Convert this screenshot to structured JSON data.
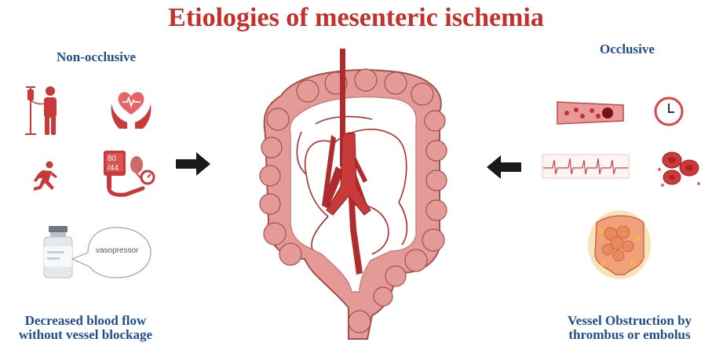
{
  "title": "Etiologies of mesenteric ischemia",
  "left": {
    "heading": "Non-occlusive",
    "bp_reading_top": "80",
    "bp_reading_bottom": "/44",
    "bubble_label": "vasopressor",
    "footer_line1": "Decreased blood flow",
    "footer_line2": "without vessel blockage"
  },
  "right": {
    "heading": "Occlusive",
    "footer_line1": "Vessel Obstruction by",
    "footer_line2": "thrombus or embolus"
  },
  "colors": {
    "title": "#c62f2b",
    "heading": "#1f4e8c",
    "icon_red": "#c83a3a",
    "intestine": "#e49a96",
    "intestine_outline": "#a5504c",
    "vessel": "#b02c2c",
    "arrow": "#1a1a1a"
  }
}
